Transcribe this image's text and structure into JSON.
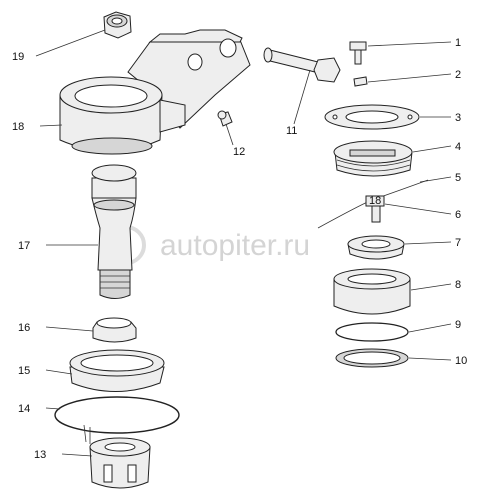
{
  "callouts": [
    "1",
    "2",
    "3",
    "4",
    "5",
    "6",
    "7",
    "8",
    "9",
    "10",
    "11",
    "12",
    "13",
    "14",
    "15",
    "16",
    "17",
    "18",
    "19"
  ],
  "marking": "18",
  "watermark": "autopiter.ru"
}
